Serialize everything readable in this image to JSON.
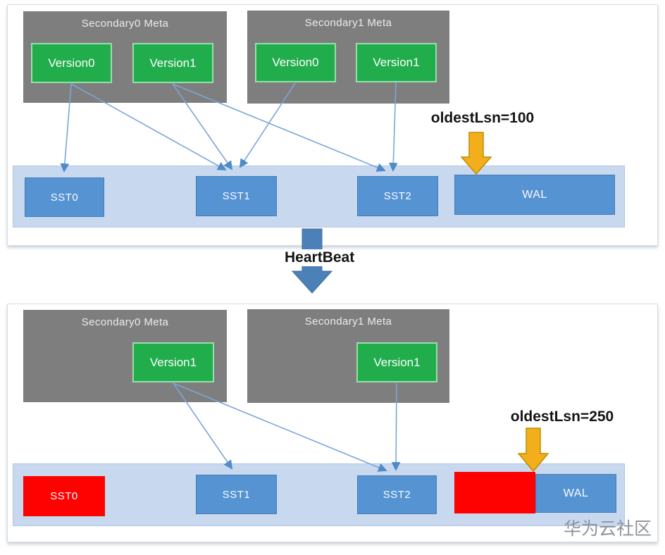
{
  "top_panel": {
    "meta_boxes": [
      {
        "title": "Secondary0 Meta",
        "versions": [
          "Version0",
          "Version1"
        ]
      },
      {
        "title": "Secondary1 Meta",
        "versions": [
          "Version0",
          "Version1"
        ]
      }
    ],
    "oldest_lsn": "oldestLsn=100",
    "storage_boxes": [
      "SST0",
      "SST1",
      "SST2",
      "WAL"
    ]
  },
  "heartbeat": {
    "label": "HeartBeat"
  },
  "bottom_panel": {
    "meta_boxes": [
      {
        "title": "Secondary0 Meta",
        "version": "Version1"
      },
      {
        "title": "Secondary1 Meta",
        "version": "Version1"
      }
    ],
    "oldest_lsn": "oldestLsn=250",
    "storage_boxes": [
      "SST0",
      "SST1",
      "SST2",
      "WAL"
    ]
  },
  "watermark": "华为云社区",
  "icons": {
    "oldest_lsn_pointer": "down-arrow",
    "heartbeat_arrow": "down-arrow",
    "connectors": "arrowhead-lines"
  },
  "colors": {
    "meta_gray": "#7e7e7e",
    "version_green": "#21ad4b",
    "version_green_border": "#97deab",
    "storage_blue": "#5593d2",
    "bar_light_blue": "#c8d8ee",
    "obsolete_red": "#fe0101",
    "connector_blue": "#7aa7d8",
    "heartbeat_blue": "#4c80b8",
    "pointer_orange": "#f3ae1b",
    "pointer_orange_border": "#bd8d00",
    "watermark_gray": "#8e949c"
  }
}
